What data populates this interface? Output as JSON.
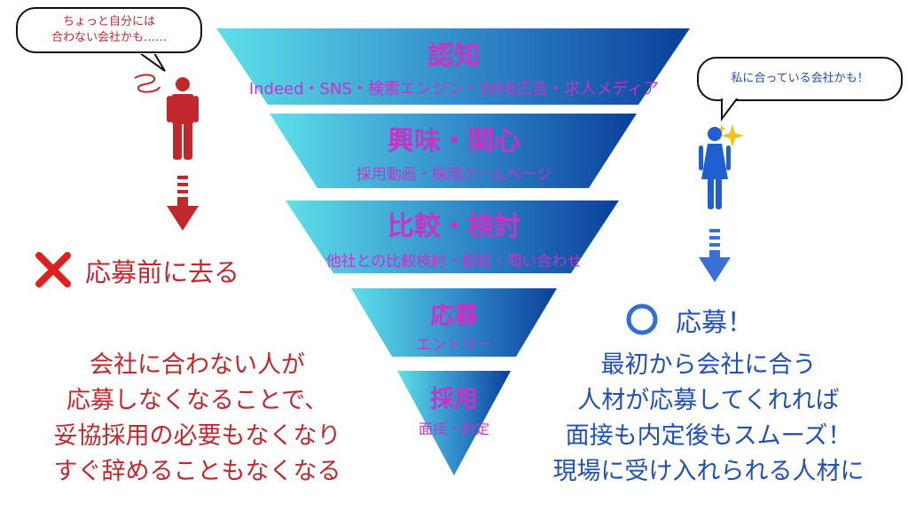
{
  "colors": {
    "funnel_light": "#5ee0ea",
    "funnel_dark": "#0a3f9a",
    "label": "#c832c8",
    "negative": "#c0282d",
    "positive": "#1f4fb8",
    "arrow_red": "#c0282d",
    "arrow_blue": "#3a6fd6"
  },
  "funnel": {
    "stages": [
      {
        "title": "認知",
        "subtitle": "Indeed・SNS・検索エンジン・WEB広告・求人メディア"
      },
      {
        "title": "興味・関心",
        "subtitle": "採用動画・採用ホームページ"
      },
      {
        "title": "比較・検討",
        "subtitle": "他社との比較検討・相談・問い合わせ"
      },
      {
        "title": "応募",
        "subtitle": "エントリー"
      },
      {
        "title": "採用",
        "subtitle": "面接・内定"
      }
    ]
  },
  "left": {
    "bubble_lines": [
      "ちょっと自分には",
      "合わない会社かも……"
    ],
    "icon": "man-icon",
    "outcome_mark": "✕",
    "outcome_text": "応募前に去る",
    "lines": [
      "会社に合わない人が",
      "応募しなくなることで、",
      "妥協採用の必要もなくなり",
      "すぐ辞めることもなくなる"
    ]
  },
  "right": {
    "bubble_text": "私に合っている会社かも！",
    "icon": "woman-icon",
    "outcome_text": "応募！",
    "lines": [
      "最初から会社に合う",
      "人材が応募してくれれば",
      "面接も内定後もスムーズ！",
      "現場に受け入れられる人材に"
    ]
  }
}
